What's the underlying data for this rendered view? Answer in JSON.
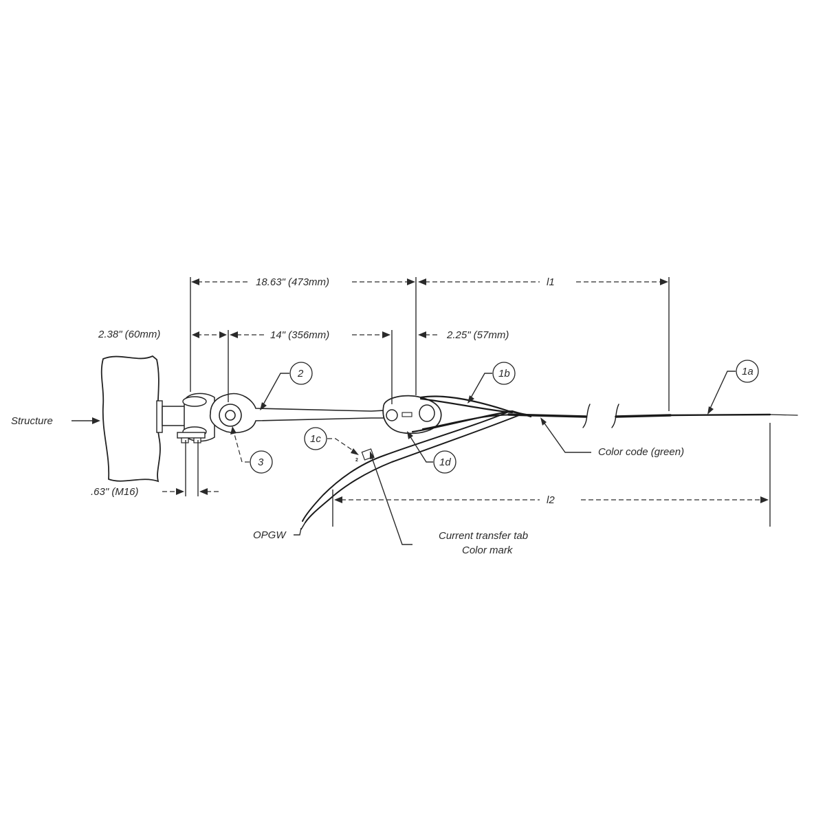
{
  "labels": {
    "dim_overall": "18.63\" (473mm)",
    "dim_l1": "l1",
    "dim_clevis": "2.38\" (60mm)",
    "dim_link": "14\" (356mm)",
    "dim_thimble": "2.25\" (57mm)",
    "dim_bolt": ".63\" (M16)",
    "dim_l2": "l2",
    "structure": "Structure",
    "opgw": "OPGW",
    "color_code": "Color code (green)",
    "tab_line1": "Current transfer tab",
    "tab_line2": "Color mark"
  },
  "callouts": {
    "c2": "2",
    "c3": "3",
    "c1a": "1a",
    "c1b": "1b",
    "c1c": "1c",
    "c1d": "1d"
  }
}
